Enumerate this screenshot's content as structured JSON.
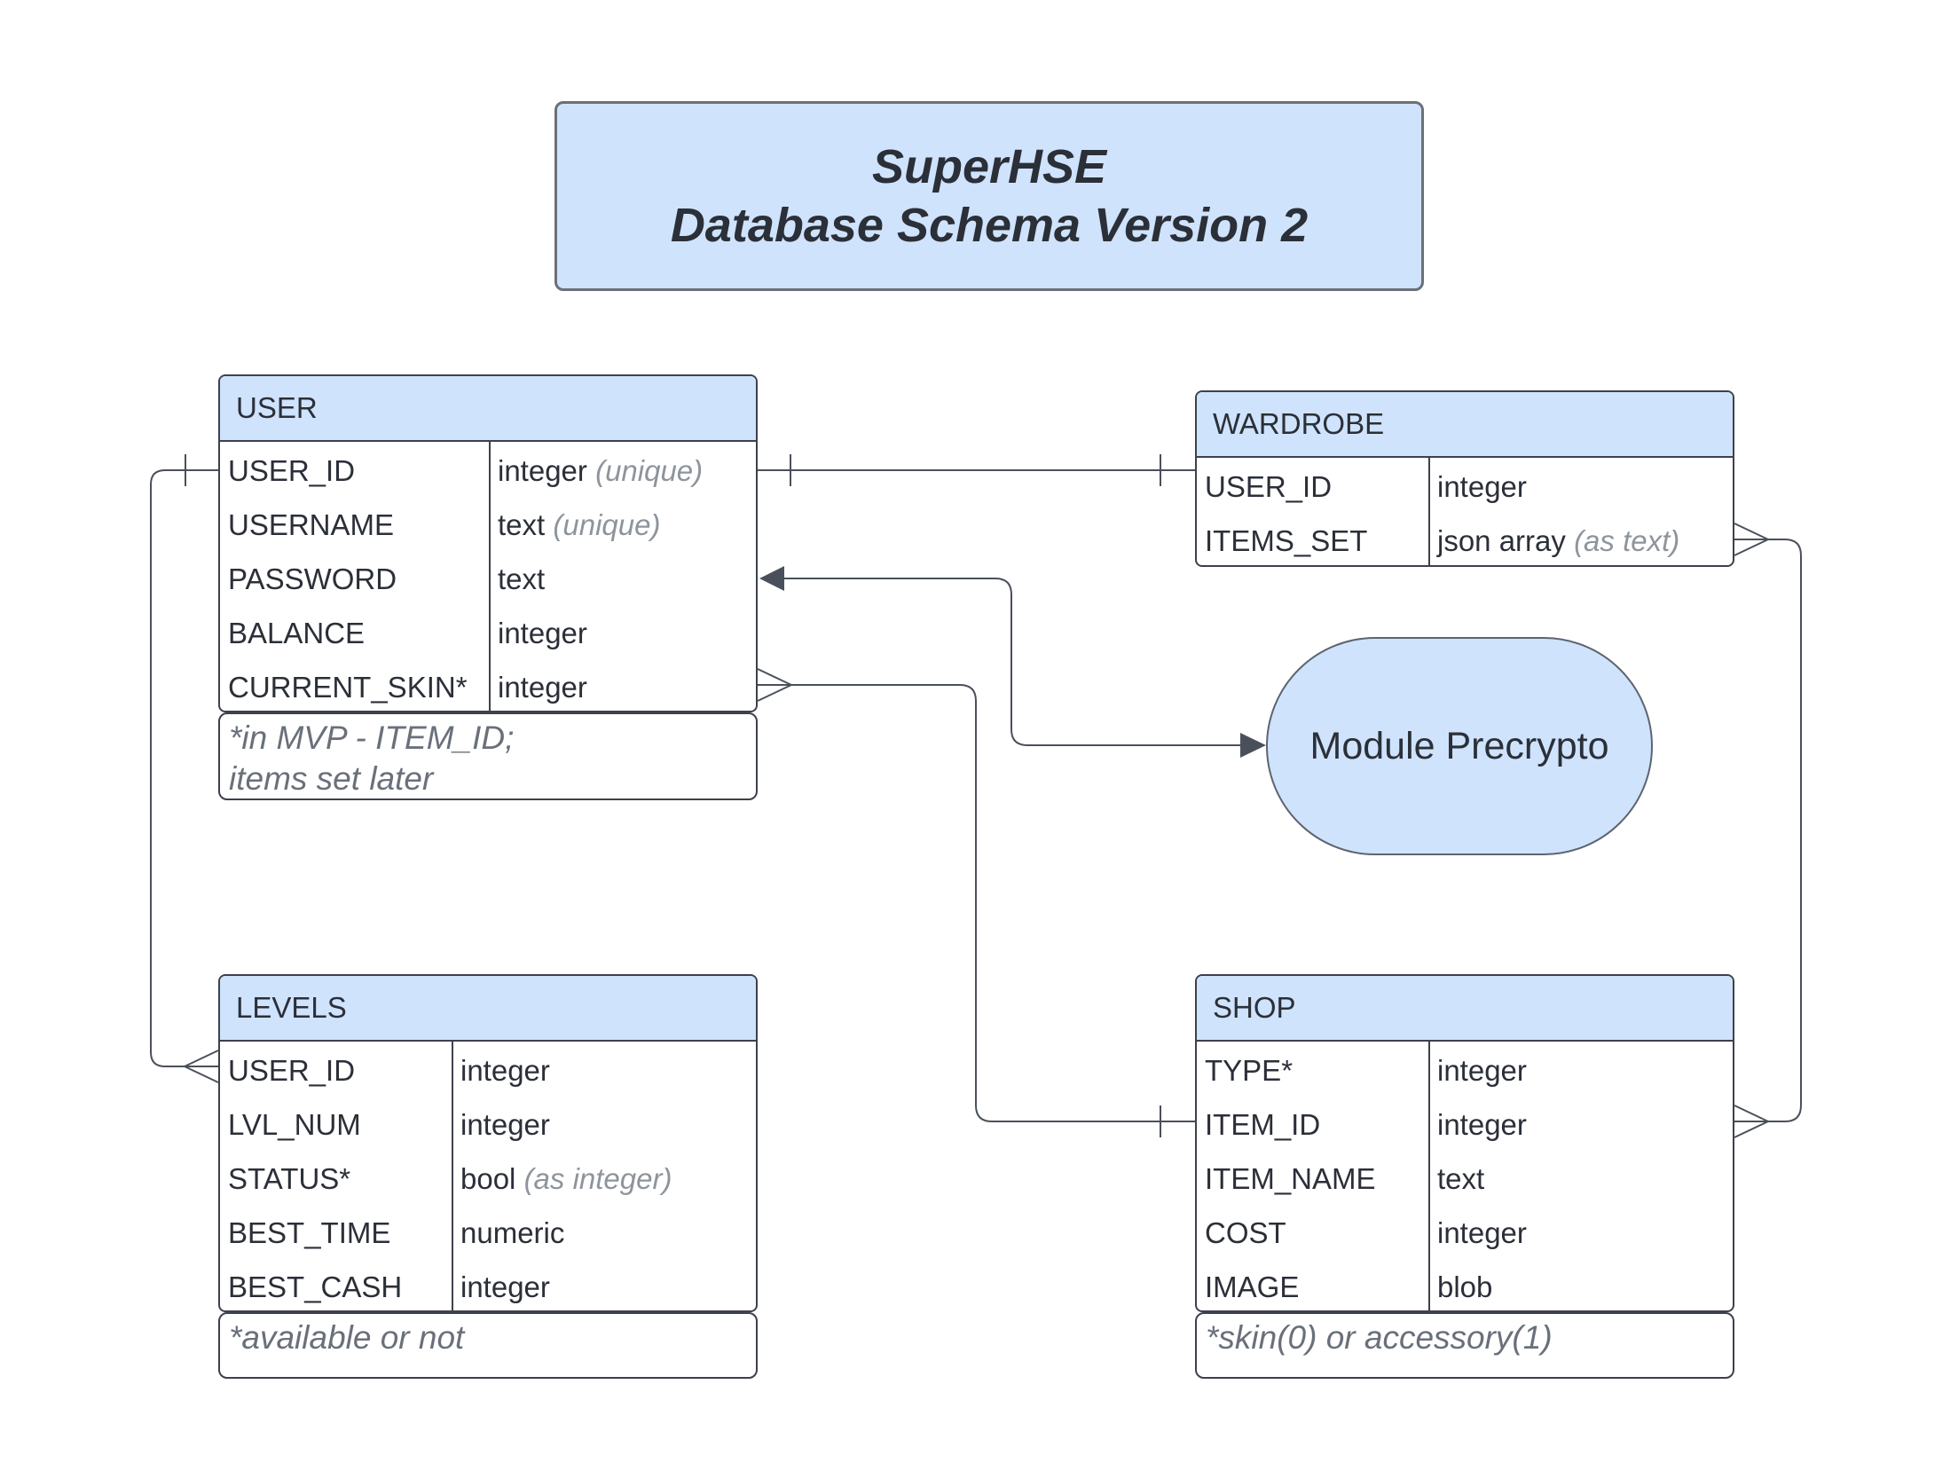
{
  "title": {
    "line1": "SuperHSE",
    "line2": "Database Schema Version 2"
  },
  "entities": {
    "user": {
      "name": "USER",
      "rows": [
        {
          "field": "USER_ID",
          "type": "integer",
          "note": "(unique)"
        },
        {
          "field": "USERNAME",
          "type": "text",
          "note": "(unique)"
        },
        {
          "field": "PASSWORD",
          "type": "text",
          "note": ""
        },
        {
          "field": "BALANCE",
          "type": "integer",
          "note": ""
        },
        {
          "field": "CURRENT_SKIN*",
          "type": "integer",
          "note": ""
        }
      ],
      "footnote_line1": "*in MVP - ITEM_ID;",
      "footnote_line2": "items set later"
    },
    "wardrobe": {
      "name": "WARDROBE",
      "rows": [
        {
          "field": "USER_ID",
          "type": "integer",
          "note": ""
        },
        {
          "field": "ITEMS_SET",
          "type": "json array",
          "note": "(as text)"
        }
      ]
    },
    "levels": {
      "name": "LEVELS",
      "rows": [
        {
          "field": "USER_ID",
          "type": "integer",
          "note": ""
        },
        {
          "field": "LVL_NUM",
          "type": "integer",
          "note": ""
        },
        {
          "field": "STATUS*",
          "type": "bool",
          "note": "(as integer)"
        },
        {
          "field": "BEST_TIME",
          "type": "numeric",
          "note": ""
        },
        {
          "field": "BEST_CASH",
          "type": "integer",
          "note": ""
        }
      ],
      "footnote": "*available or not"
    },
    "shop": {
      "name": "SHOP",
      "rows": [
        {
          "field": "TYPE*",
          "type": "integer",
          "note": ""
        },
        {
          "field": "ITEM_ID",
          "type": "integer",
          "note": ""
        },
        {
          "field": "ITEM_NAME",
          "type": "text",
          "note": ""
        },
        {
          "field": "COST",
          "type": "integer",
          "note": ""
        },
        {
          "field": "IMAGE",
          "type": "blob",
          "note": ""
        }
      ],
      "footnote": "*skin(0) or accessory(1)"
    }
  },
  "module": {
    "label": "Module Precrypto"
  },
  "colors": {
    "header_fill": "#cfe3fd",
    "line": "#3c414b",
    "connector": "#4a505b",
    "note_text": "#8e949c"
  }
}
